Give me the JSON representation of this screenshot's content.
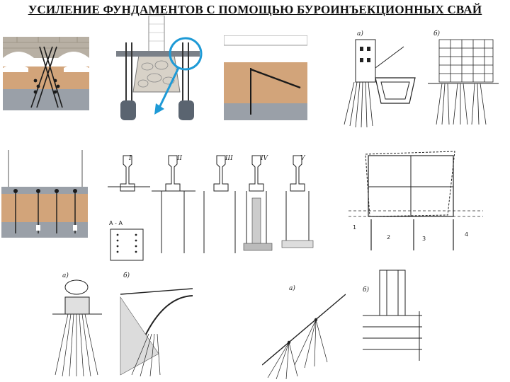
{
  "title": "УСИЛЕНИЕ ФУНДАМЕНТОВ С ПОМОЩЬЮ БУРОИНЪЕКЦИОННЫХ СВАЙ",
  "colors": {
    "soil": "#d2a47a",
    "clay": "#c08a5e",
    "ground_dark": "#9aa0a8",
    "stone": "#b8b0a4",
    "accent": "#1e9ad6",
    "line": "#1a1a1a",
    "concrete": "#dcdcdc"
  },
  "labels": {
    "panel_b_a": "а)",
    "panel_b_b": "б)",
    "panel_c_1": "I",
    "panel_c_2": "II",
    "panel_c_3": "III",
    "panel_c_4": "IV",
    "panel_c_5": "V",
    "panel_c_section": "А - А",
    "panel_d_1": "1",
    "panel_d_2": "2",
    "panel_d_3": "3",
    "panel_d_4": "4",
    "panel_e_a": "а)",
    "panel_e_b": "б)",
    "panel_f_a": "а)",
    "panel_f_b": "б)"
  }
}
